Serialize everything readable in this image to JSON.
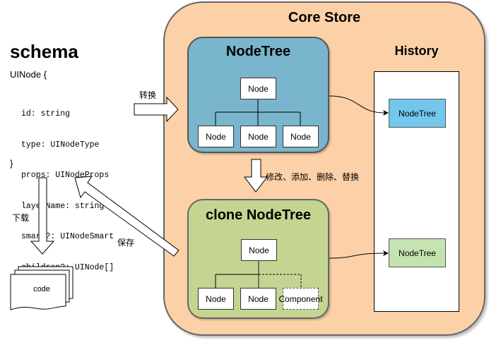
{
  "schema": {
    "title": "schema",
    "open": "UINode {",
    "fields": [
      "id: string",
      "type: UINodeType",
      "props: UINodeProps",
      "layerName: string",
      "smart?: UINodeSmart",
      "children?: UINode[]"
    ],
    "close": "}"
  },
  "core_store": {
    "title": "Core Store",
    "nodetree": {
      "title": "NodeTree",
      "root": "Node",
      "children": [
        "Node",
        "Node",
        "Node"
      ],
      "fill": "#79b5cc"
    },
    "clone_nodetree": {
      "title": "clone NodeTree",
      "root": "Node",
      "children": [
        "Node",
        "Node"
      ],
      "component": "Component",
      "fill": "#c3d591"
    },
    "history": {
      "title": "History",
      "items": [
        {
          "label": "NodeTree",
          "fill": "#73c7ec"
        },
        {
          "label": "NodeTree",
          "fill": "#c4e3b1"
        }
      ]
    },
    "fill": "#fdd1a7"
  },
  "arrows": {
    "convert": "转换",
    "modify": "修改、添加、删除、替换",
    "download": "下载",
    "save": "保存"
  },
  "code_doc": {
    "label": "code"
  }
}
